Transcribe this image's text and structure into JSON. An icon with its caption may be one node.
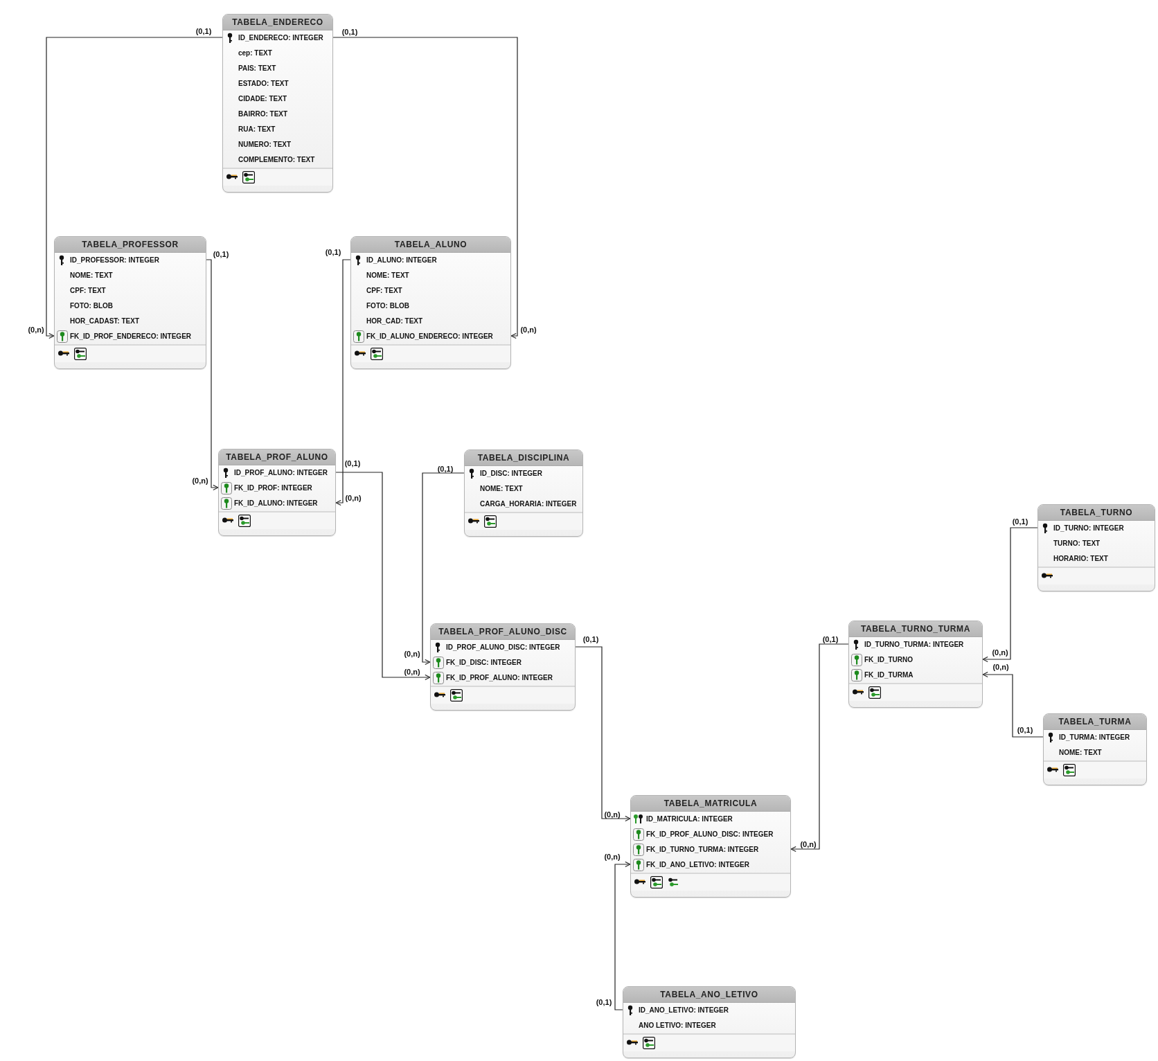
{
  "diagram": {
    "nodes": [
      {
        "text": [
          "TABELA_ENDERECO",
          "ID_ENDERECO: INTEGER",
          "cep: TEXT",
          "PAIS: TEXT",
          "ESTADO: TEXT",
          "CIDADE: TEXT",
          "BAIRRO: TEXT",
          "RUA: TEXT",
          "NUMERO: TEXT",
          "COMPLEMENTO: TEXT"
        ]
      },
      {
        "text": [
          "TABELA_PROFESSOR",
          "ID_PROFESSOR: INTEGER",
          "NOME: TEXT",
          "CPF: TEXT",
          "FOTO: BLOB",
          "HOR_CADAST: TEXT",
          "FK_ID_PROF_ENDERECO: INTEGER"
        ]
      },
      {
        "text": [
          "TABELA_ALUNO",
          "ID_ALUNO: INTEGER",
          "NOME: TEXT",
          "CPF: TEXT",
          "FOTO: BLOB",
          "HOR_CAD: TEXT",
          "FK_ID_ALUNO_ENDERECO: INTEGER"
        ]
      },
      {
        "text": [
          "TABELA_PROF_ALUNO",
          "ID_PROF_ALUNO: INTEGER",
          "FK_ID_PROF: INTEGER",
          "FK_ID_ALUNO: INTEGER"
        ]
      },
      {
        "text": [
          "TABELA_DISCIPLINA",
          "ID_DISC: INTEGER",
          "NOME: TEXT",
          "CARGA_HORARIA: INTEGER"
        ]
      },
      {
        "text": [
          "TABELA_PROF_ALUNO_DISC",
          "ID_PROF_ALUNO_DISC: INTEGER",
          "FK_ID_DISC: INTEGER",
          "FK_ID_PROF_ALUNO: INTEGER"
        ]
      },
      {
        "text": [
          "TABELA_TURNO",
          "ID_TURNO: INTEGER",
          "TURNO: TEXT",
          "HORARIO: TEXT"
        ]
      },
      {
        "text": [
          "TABELA_TURNO_TURMA",
          "ID_TURNO_TURMA: INTEGER",
          "FK_ID_TURNO",
          "FK_ID_TURMA"
        ]
      },
      {
        "text": [
          "TABELA_TURMA",
          "ID_TURMA: INTEGER",
          "NOME: TEXT"
        ]
      },
      {
        "text": [
          "TABELA_MATRICULA",
          "ID_MATRICULA: INTEGER",
          "FK_ID_PROF_ALUNO_DISC: INTEGER",
          "FK_ID_TURNO_TURMA: INTEGER",
          "FK_ID_ANO_LETIVO: INTEGER"
        ]
      },
      {
        "text": [
          "TABELA_ANO_LETIVO",
          "ID_ANO_LETIVO: INTEGER",
          "ANO LETIVO: INTEGER"
        ]
      }
    ],
    "edges": [
      {
        "from": 0,
        "to": 1,
        "arrow": "to"
      },
      {
        "from": 0,
        "to": 2,
        "arrow": "to"
      },
      {
        "from": 1,
        "to": 3,
        "arrow": "to"
      },
      {
        "from": 2,
        "to": 3,
        "arrow": "to"
      },
      {
        "from": 3,
        "to": 5,
        "arrow": "to"
      },
      {
        "from": 4,
        "to": 5,
        "arrow": "to"
      },
      {
        "from": 5,
        "to": 9,
        "arrow": "to"
      },
      {
        "from": 7,
        "to": 9,
        "arrow": "to"
      },
      {
        "from": 10,
        "to": 9,
        "arrow": "to"
      },
      {
        "from": 6,
        "to": 7,
        "arrow": "to"
      },
      {
        "from": 8,
        "to": 7,
        "arrow": "to"
      }
    ],
    "labels": [
      "(0,1)",
      "(0,n)",
      "(0,1)",
      "(0,n)",
      "(0,1)",
      "(0,n)",
      "(0,1)",
      "(0,n)",
      "(0,1)",
      "(0,n)",
      "(0,1)",
      "(0,n)",
      "(0,1)",
      "(0,n)",
      "(0,1)",
      "(0,n)",
      "(0,1)",
      "(0,n)",
      "(0,1)",
      "(0,n)",
      "(0,1)",
      "(0,n)"
    ]
  }
}
